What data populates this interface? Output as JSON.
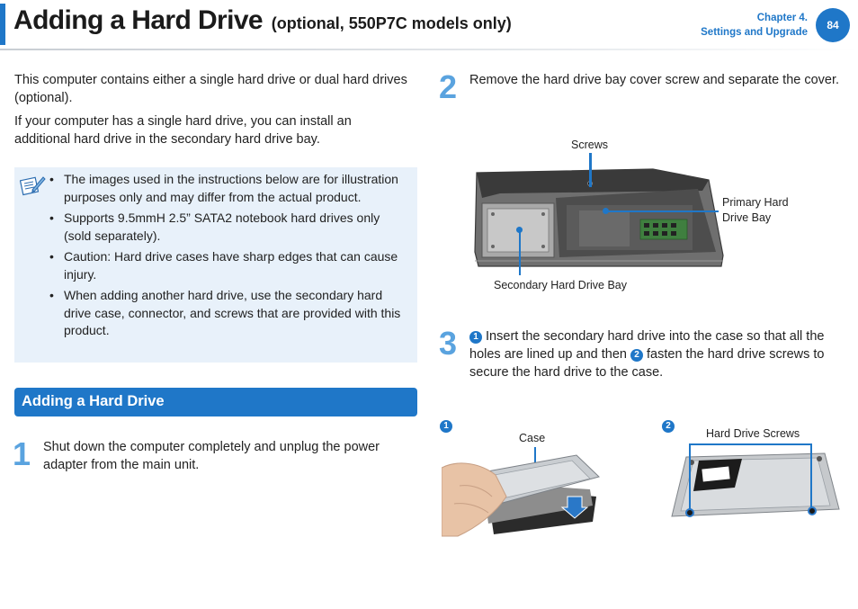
{
  "header": {
    "title": "Adding a Hard Drive",
    "subtitle": "(optional, 550P7C models only)",
    "chapter": "Chapter 4.",
    "chapter_name": "Settings and Upgrade",
    "page_number": "84"
  },
  "intro": {
    "p1": "This computer contains either a single hard drive or dual hard drives (optional).",
    "p2": "If your computer has a single hard drive, you can install an additional hard drive in the secondary hard drive bay."
  },
  "note": {
    "icon": "note-pencil-icon",
    "items": [
      "The images used in the instructions below are for illustration purposes only and may differ from the actual product.",
      "Supports 9.5mmH 2.5” SATA2 notebook hard drives only (sold separately).",
      "Caution: Hard drive cases have sharp edges that can cause injury.",
      "When adding another hard drive, use the secondary hard drive case, connector, and screws that are provided with this product."
    ]
  },
  "section": {
    "title": "Adding a Hard Drive"
  },
  "steps": [
    {
      "number": "1",
      "text": "Shut down the computer completely and unplug the power adapter from the main unit."
    },
    {
      "number": "2",
      "text": "Remove the hard drive bay cover screw and separate the cover."
    },
    {
      "number": "3",
      "marker1": "1",
      "part1": "Insert the secondary hard drive into the case so that all the holes are lined up and then",
      "marker2": "2",
      "part2": "fasten the hard drive screws to secure the hard drive to the case."
    }
  ],
  "figure_laptop": {
    "label_screws": "Screws",
    "label_primary": "Primary Hard Drive Bay",
    "label_secondary": "Secondary Hard Drive Bay"
  },
  "figure_case": {
    "marker": "1",
    "label_case": "Case"
  },
  "figure_screws": {
    "marker": "2",
    "label_screws": "Hard Drive Screws"
  },
  "colors": {
    "accent": "#1f77c8",
    "step_number": "#5aa3df",
    "note_background": "#e8f1fa"
  }
}
